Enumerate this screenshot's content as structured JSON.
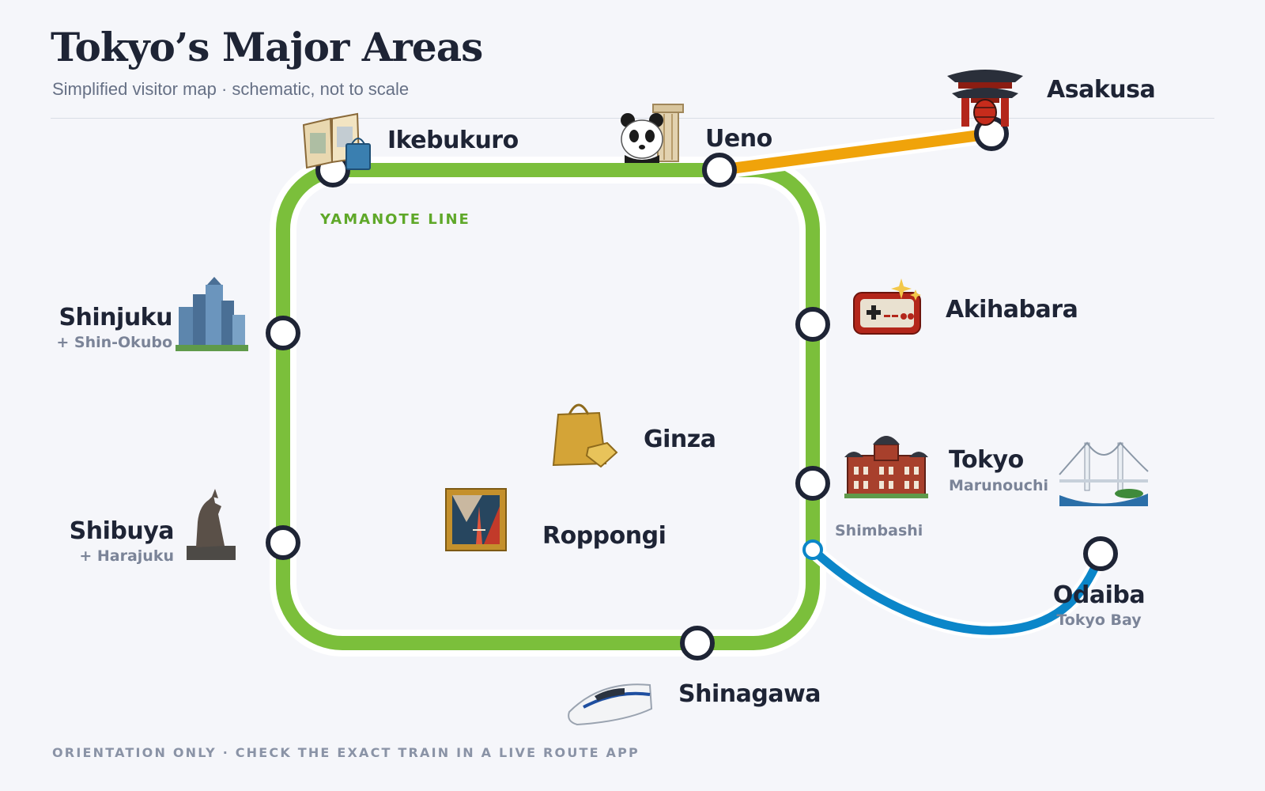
{
  "header": {
    "title": "Tokyo’s Major Areas",
    "subtitle": "Simplified visitor map · schematic, not to scale"
  },
  "line": {
    "name": "YAMANOTE LINE",
    "color": "#7bbf3b"
  },
  "colors": {
    "loop": "#7bbf3b",
    "asakusa_branch": "#f0a30a",
    "odaiba_branch": "#0b86c9",
    "station_ring": "#1e2435"
  },
  "areas": {
    "ikebukuro": {
      "name": "Ikebukuro",
      "icon": "book-and-shopping-bag-icon"
    },
    "ueno": {
      "name": "Ueno",
      "icon": "panda-and-column-icon"
    },
    "asakusa": {
      "name": "Asakusa",
      "icon": "temple-gate-icon"
    },
    "shinjuku": {
      "name": "Shinjuku",
      "sub": "+ Shin-Okubo",
      "icon": "skyscrapers-icon"
    },
    "akihabara": {
      "name": "Akihabara",
      "icon": "game-controller-icon"
    },
    "ginza": {
      "name": "Ginza",
      "icon": "gold-bag-and-diamond-icon"
    },
    "roppongi": {
      "name": "Roppongi",
      "icon": "framed-art-tower-icon"
    },
    "tokyo": {
      "name": "Tokyo",
      "sub": "Marunouchi",
      "icon": "tokyo-station-building-icon"
    },
    "shimbashi": {
      "name": "Shimbashi"
    },
    "shibuya": {
      "name": "Shibuya",
      "sub": "+ Harajuku",
      "icon": "hachiko-statue-icon"
    },
    "odaiba": {
      "name": "Odaiba",
      "sub": "Tokyo Bay",
      "icon": "rainbow-bridge-icon"
    },
    "shinagawa": {
      "name": "Shinagawa",
      "icon": "bullet-train-icon"
    }
  },
  "footer": "ORIENTATION ONLY · CHECK THE EXACT TRAIN IN A LIVE ROUTE APP"
}
